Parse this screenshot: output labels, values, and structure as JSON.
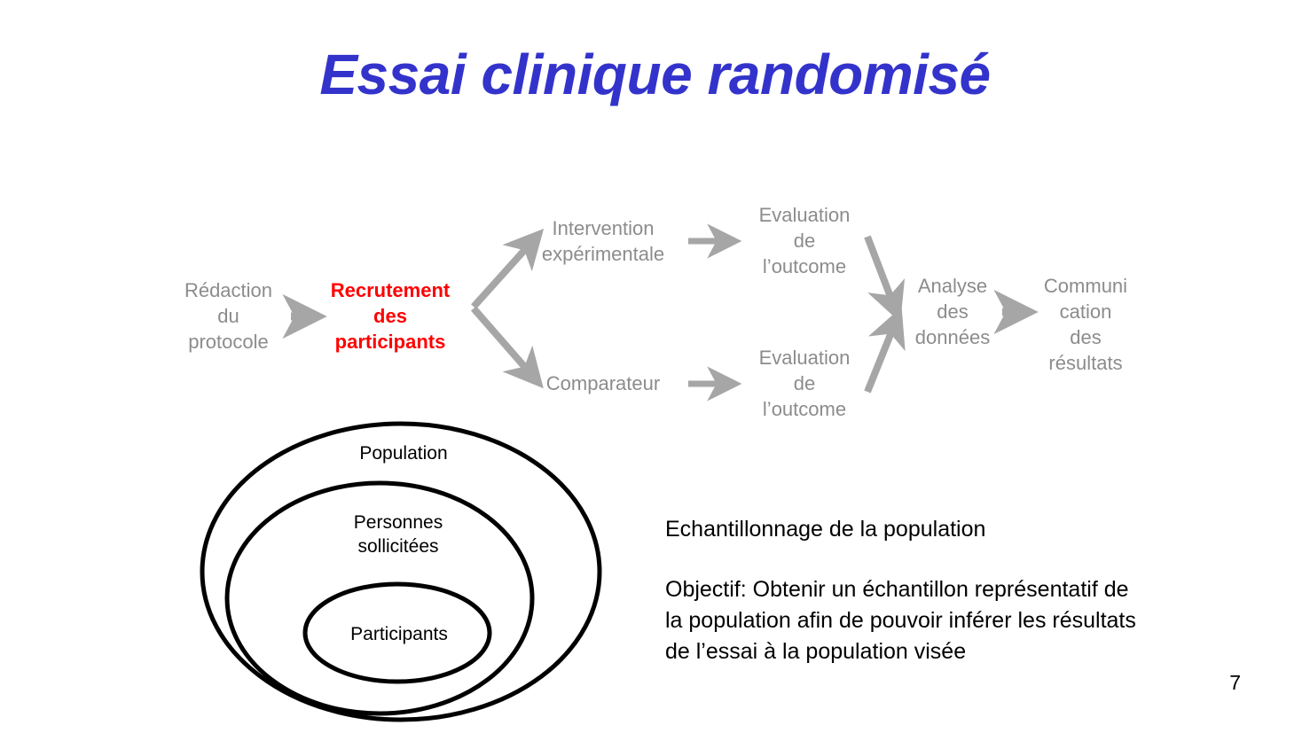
{
  "slide": {
    "title": "Essai clinique randomisé",
    "title_color": "#3333CC",
    "page_number": "7",
    "background_color": "#ffffff"
  },
  "flow_diagram": {
    "label_color": "#8C8C8C",
    "highlight_color": "#FF0000",
    "arrow_color": "#A6A6A6",
    "nodes": [
      {
        "id": "redaction",
        "label": "Rédaction\ndu\nprotocole",
        "highlighted": false
      },
      {
        "id": "recrutement",
        "label": "Recrutement\ndes\nparticipants",
        "highlighted": true
      },
      {
        "id": "intervention",
        "label": "Intervention\nexpérimentale",
        "highlighted": false
      },
      {
        "id": "comparateur",
        "label": "Comparateur",
        "highlighted": false
      },
      {
        "id": "evaluation-haut",
        "label": "Evaluation\nde\nl’outcome",
        "highlighted": false
      },
      {
        "id": "evaluation-bas",
        "label": "Evaluation\nde\nl’outcome",
        "highlighted": false
      },
      {
        "id": "analyse",
        "label": "Analyse\ndes\ndonnées",
        "highlighted": false
      },
      {
        "id": "communication",
        "label": "Communi\ncation\ndes\nrésultats",
        "highlighted": false
      }
    ],
    "edges": [
      {
        "id": "redaction-to-recrutement",
        "type": "straight-short"
      },
      {
        "id": "recrutement-to-intervention",
        "type": "branch-up"
      },
      {
        "id": "recrutement-to-comparateur",
        "type": "branch-down"
      },
      {
        "id": "intervention-to-evaluation",
        "type": "straight-long"
      },
      {
        "id": "comparateur-to-evaluation",
        "type": "straight-long"
      },
      {
        "id": "evaluation-haut-to-analyse",
        "type": "merge-down"
      },
      {
        "id": "evaluation-bas-to-analyse",
        "type": "merge-up"
      },
      {
        "id": "analyse-to-communication",
        "type": "straight-short"
      }
    ]
  },
  "venn_diagram": {
    "stroke_color": "#000000",
    "ellipses": [
      {
        "id": "population",
        "label": "Population"
      },
      {
        "id": "personnes-sollicitees",
        "label": "Personnes\nsollicitées"
      },
      {
        "id": "participants",
        "label": "Participants"
      }
    ]
  },
  "explanation": {
    "heading": "Echantillonnage de la population",
    "body": "Objectif: Obtenir un échantillon représentatif de\nla population afin de pouvoir inférer les résultats\nde l’essai à la population visée"
  }
}
